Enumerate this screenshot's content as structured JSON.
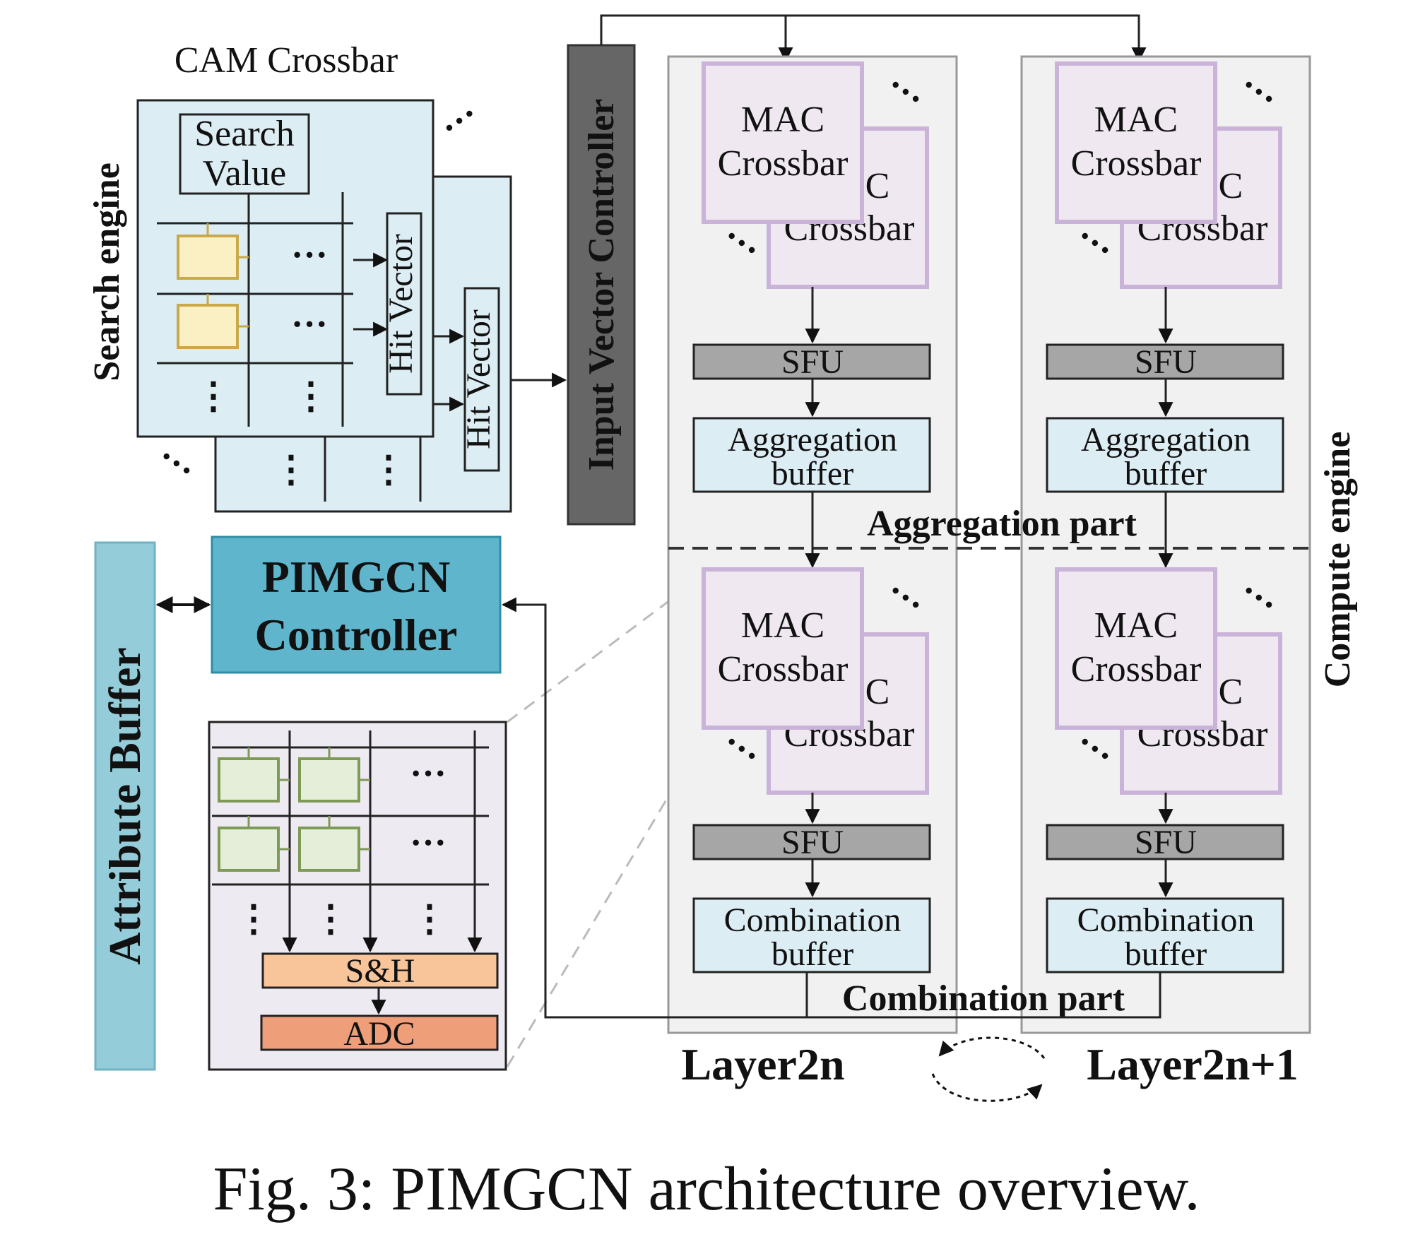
{
  "search_engine": {
    "title": "CAM Crossbar",
    "side_label": "Search engine",
    "search_value_line1": "Search",
    "search_value_line2": "Value",
    "hit_vector_front": "Hit Vector",
    "hit_vector_back": "Hit Vector"
  },
  "input_vector_controller": "Input Vector Controller",
  "pimgcn_controller": {
    "line1": "PIMGCN",
    "line2": "Controller"
  },
  "attribute_buffer": "Attribute Buffer",
  "detail_crossbar": {
    "sh": "S&H",
    "adc": "ADC"
  },
  "compute_engine": {
    "side_label": "Compute engine",
    "mac_front_line1": "MAC",
    "mac_front_line2": "Crossbar",
    "mac_back_line1": "C",
    "mac_back_line2": "Crossbar",
    "sfu": "SFU",
    "aggregation_buffer_line1": "Aggregation",
    "aggregation_buffer_line2": "buffer",
    "combination_buffer_line1": "Combination",
    "combination_buffer_line2": "buffer",
    "aggregation_part": "Aggregation part",
    "combination_part": "Combination part",
    "layers": [
      "Layer2n",
      "Layer2n+1"
    ]
  },
  "caption": "Fig. 3: PIMGCN architecture overview.",
  "colors": {
    "cam_fill": "#dcedf4",
    "cam_cell": "#fbefc4",
    "cam_cell_border": "#c9a94a",
    "controller_dark": "#666666",
    "pimgcn_fill": "#5fb6cc",
    "attr_fill": "#94cdd9",
    "column_fill": "#f1f1f1",
    "mac_fill": "#efe8f1",
    "mac_border": "#c9b3d8",
    "sfu_fill": "#a6a6a6",
    "buffer_fill": "#dcedf4",
    "detail_fill": "#eeeaf2",
    "detail_cell": "#e4eed8",
    "detail_cell_border": "#7f9a56",
    "sh_fill": "#f8c49a",
    "adc_fill": "#ee9f7a"
  }
}
